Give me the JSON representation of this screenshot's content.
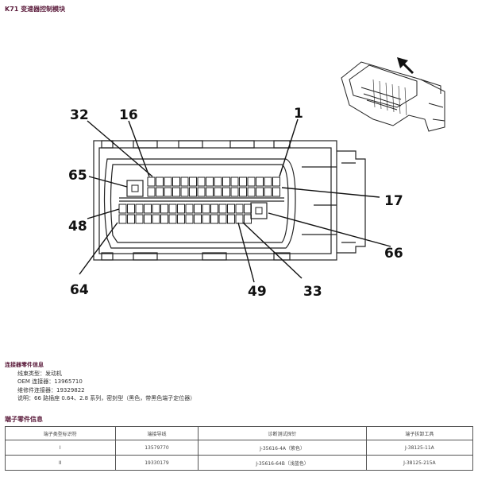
{
  "title": "K71 变速器控制模块",
  "pin_labels": {
    "p32": "32",
    "p16": "16",
    "p1": "1",
    "p65": "65",
    "p17": "17",
    "p48": "48",
    "p66": "66",
    "p64": "64",
    "p49": "49",
    "p33": "33"
  },
  "connector_info": {
    "heading": "连接器零件信息",
    "lines": [
      "线束类型：发动机",
      "OEM 连接器：13965710",
      "维修件连接器：19329822",
      "说明：66 路插座 0.64、2.8 系列，密封型（黑色，带黑色端子定位器）"
    ]
  },
  "terminal_info": {
    "heading": "端子零件信息",
    "columns": [
      "端子类型标识符",
      "端接导线",
      "诊断测试探针",
      "端子拆卸工具"
    ],
    "rows": [
      [
        "I",
        "13579770",
        "J-35616-4A（紫色）",
        "J-38125-11A"
      ],
      [
        "II",
        "19330179",
        "J-35616-64B（浅蓝色）",
        "J-38125-215A"
      ]
    ]
  }
}
